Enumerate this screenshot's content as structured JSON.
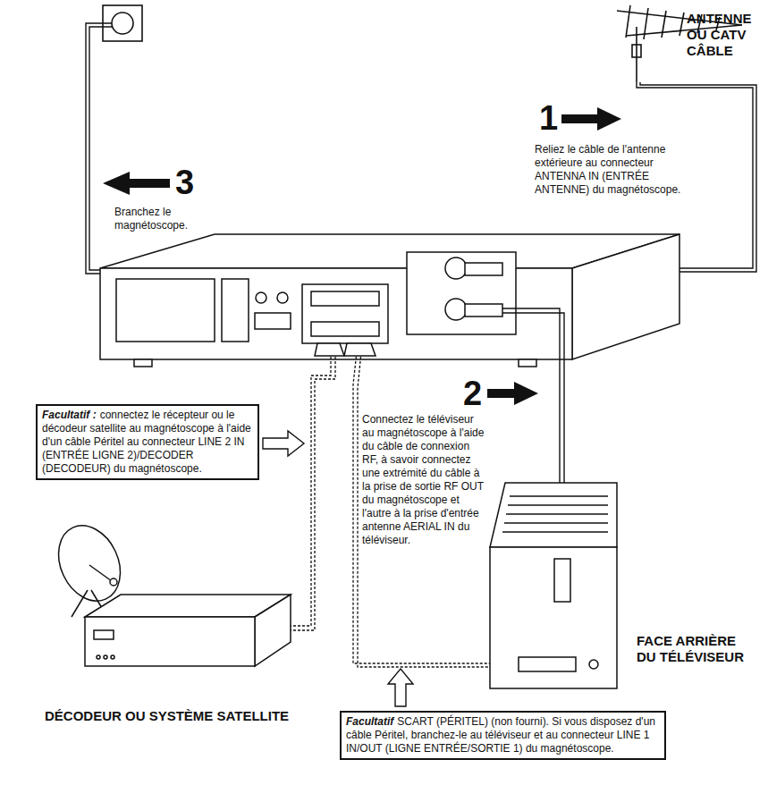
{
  "diagram": {
    "nodes": [
      {
        "text": [
          "Facultatif :",
          "connectez le récepteur ou le décodeur satellite au magnétoscope à l'aide d'un câble Péritel au connecteur LINE 2 IN (ENTRÉE LIGNE 2)/DECODER (DECODEUR) du magnétoscope."
        ]
      },
      {
        "text": [
          "Facultatif",
          "SCART (PÉRITEL) (non fourni). Si vous disposez d'un câble Péritel, branchez-le au téléviseur et au connecteur LINE 1 IN/OUT (LIGNE ENTRÉE/SORTIE 1) du magnétoscope."
        ]
      }
    ],
    "edges": [],
    "labels": [
      "ANTENNE OU CATV CÂBLE",
      "1",
      "Reliez le câble de l'antenne extérieure au connecteur ANTENNA IN (ENTRÉE ANTENNE) du magnétoscope.",
      "3",
      "Branchez le magnétoscope.",
      "2",
      "Connectez le téléviseur au magnétoscope à l'aide du câble de connexion RF, à savoir connectez une extrémité du câble à la prise de sortie RF OUT du magnétoscope et l'autre à la prise d'entrée antenne AERIAL IN du téléviseur.",
      "FACE ARRIÈRE DU TÉLÉVISEUR",
      "DÉCODEUR OU SYSTÈME SATELLITE"
    ]
  }
}
